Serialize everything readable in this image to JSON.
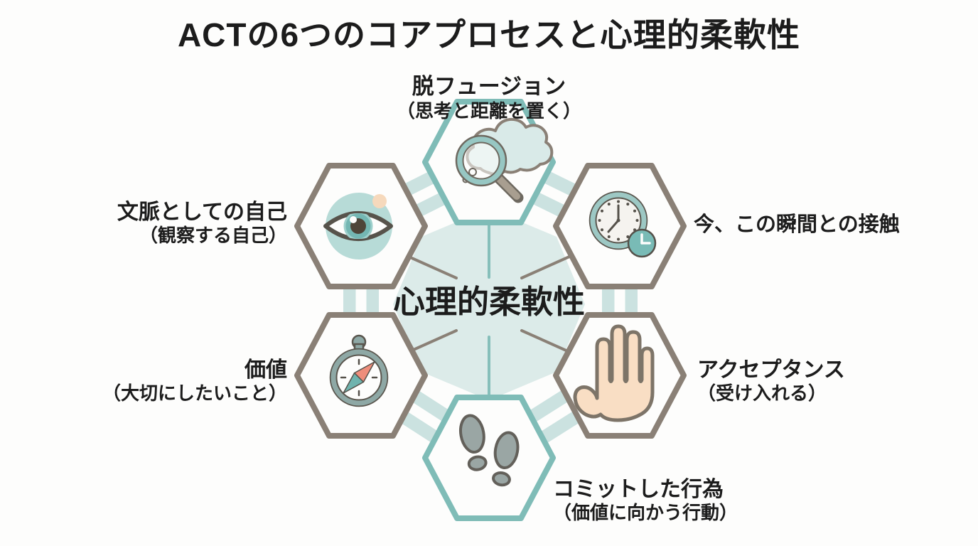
{
  "title": "ACTの6つのコアプロセスと心理的柔軟性",
  "center": {
    "label": "心理的柔軟性"
  },
  "nodes": {
    "defusion": {
      "label": "脱フュージョン",
      "sublabel": "（思考と距離を置く）"
    },
    "present_moment": {
      "label": "今、この瞬間との接触",
      "sublabel": ""
    },
    "acceptance": {
      "label": "アクセプタンス",
      "sublabel": "（受け入れる）"
    },
    "committed_action": {
      "label": "コミットした行為",
      "sublabel": "（価値に向かう行動）"
    },
    "values": {
      "label": "価値",
      "sublabel": "（大切にしたいこと）"
    },
    "self_as_context": {
      "label": "文脈としての自己",
      "sublabel": "（観察する自己）"
    }
  },
  "icons": {
    "defusion": "magnifier-cloud-icon",
    "present_moment": "clock-icon",
    "acceptance": "open-hand-icon",
    "committed_action": "footprints-icon",
    "values": "compass-icon",
    "self_as_context": "eye-icon"
  },
  "colors": {
    "background": "#fdfdfc",
    "text": "#1c1c1c",
    "teal_border": "#7fbcb7",
    "gray_border": "#8a8076",
    "center_fill": "#dcebe9",
    "band_fill": "#cbe2e0",
    "icon_teal": "#9cc7c3",
    "icon_dark": "#55514a",
    "needle_coral": "#ee8d7b",
    "needle_teal": "#6fb3ae",
    "hand_skin": "#f9dec4",
    "footprint_gray": "#9aa6a4",
    "eye_bg_teal": "#b7dbd7",
    "peach_dot": "#f6d9bc"
  }
}
